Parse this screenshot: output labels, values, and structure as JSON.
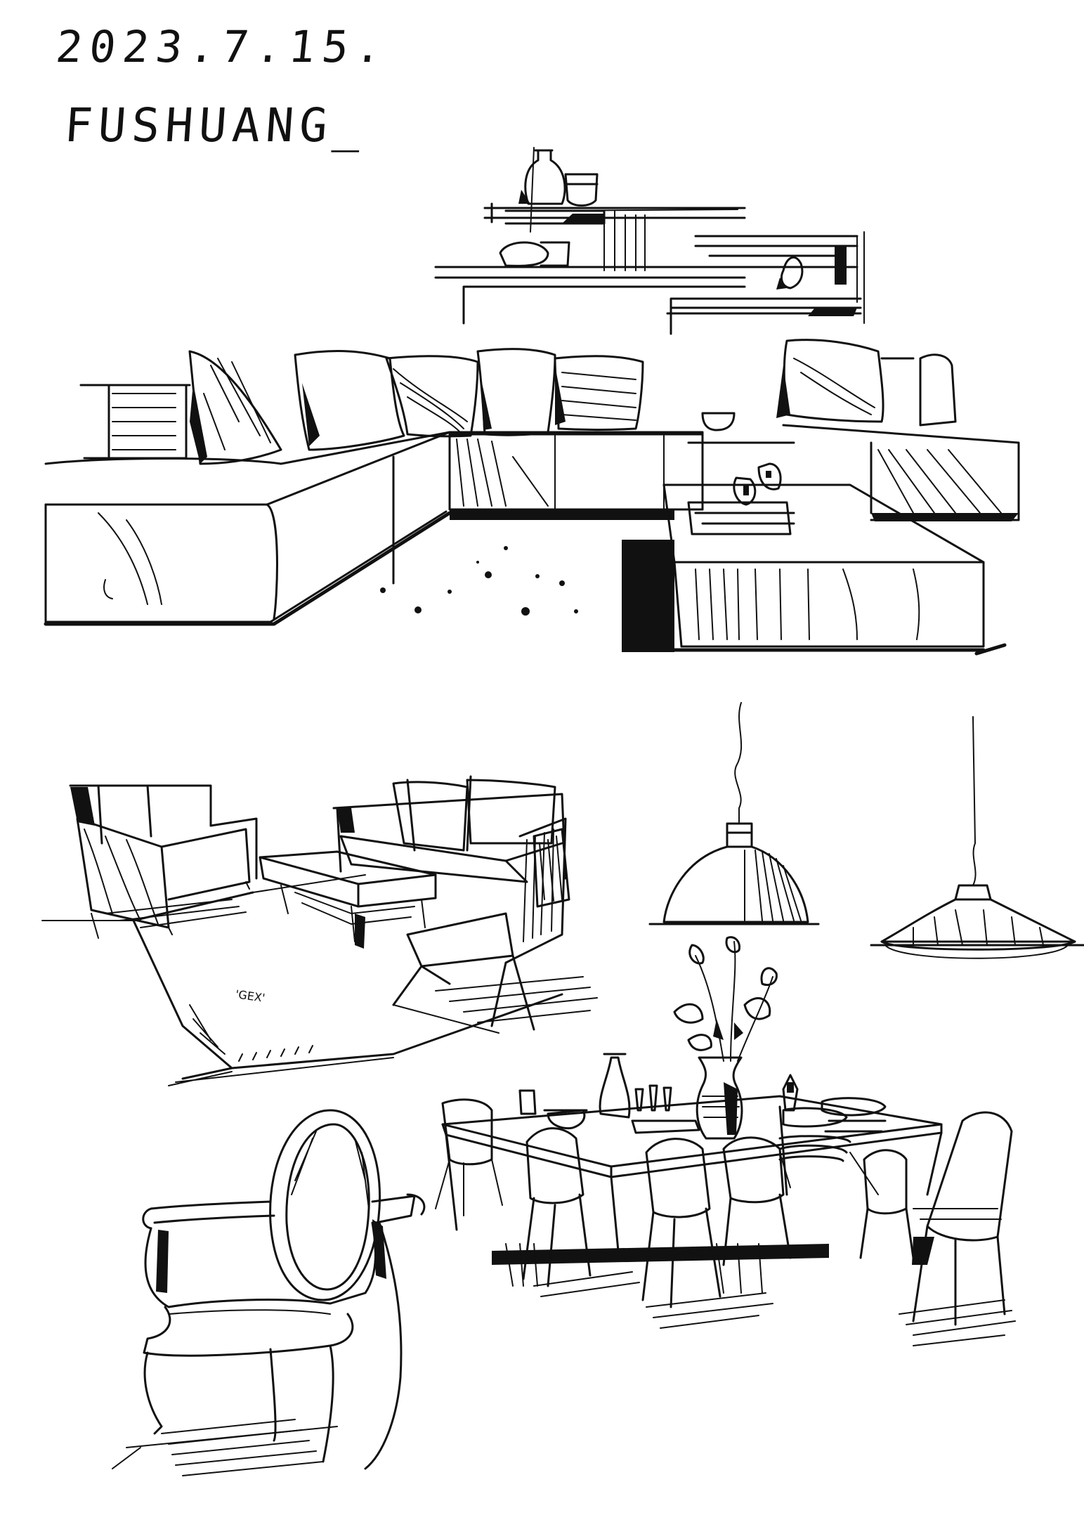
{
  "sketch": {
    "date": "2023.7.15.",
    "signature": "FUSHUANG",
    "signature_mark": "_",
    "rug_tag": "'GEX'",
    "ink_color": "#111111",
    "paper_color": "#ffffff"
  }
}
